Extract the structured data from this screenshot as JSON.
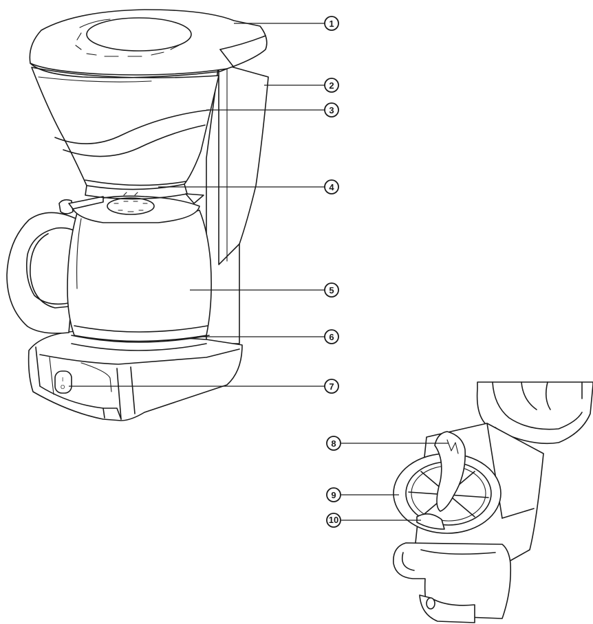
{
  "callouts": [
    {
      "id": "1",
      "label": "1"
    },
    {
      "id": "2",
      "label": "2"
    },
    {
      "id": "3",
      "label": "3"
    },
    {
      "id": "4",
      "label": "4"
    },
    {
      "id": "5",
      "label": "5"
    },
    {
      "id": "6",
      "label": "6"
    },
    {
      "id": "7",
      "label": "7"
    },
    {
      "id": "8",
      "label": "8"
    },
    {
      "id": "9",
      "label": "9"
    },
    {
      "id": "10",
      "label": "10"
    }
  ],
  "switch_marks": {
    "on": "I",
    "off": "O"
  }
}
